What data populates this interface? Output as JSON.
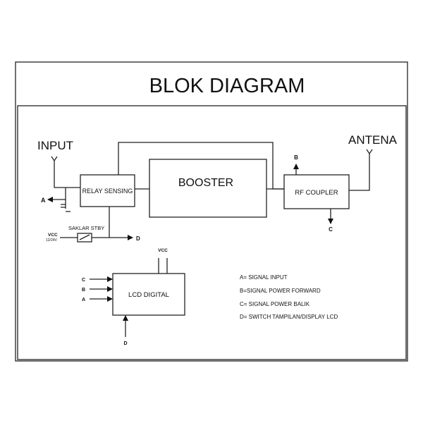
{
  "title": "BLOK DIAGRAM",
  "labels": {
    "input": "INPUT",
    "antena": "ANTENA",
    "vcc": "VCC",
    "vcc_sub": "12/24V",
    "switch": "SAKLAR STBY",
    "a": "A",
    "b": "B",
    "c": "C",
    "d": "D",
    "lcd_vcc": "VCC"
  },
  "blocks": {
    "relay": "RELAY SENSING",
    "booster": "BOOSTER",
    "rf": "RF COUPLER",
    "lcd": "LCD DIGITAL"
  },
  "legend": [
    "A= SIGNAL INPUT",
    "B=SIGNAL POWER FORWARD",
    "C= SIGNAL POWER BALIK",
    "D= SWITCH TAMPILAN/DISPLAY LCD"
  ]
}
